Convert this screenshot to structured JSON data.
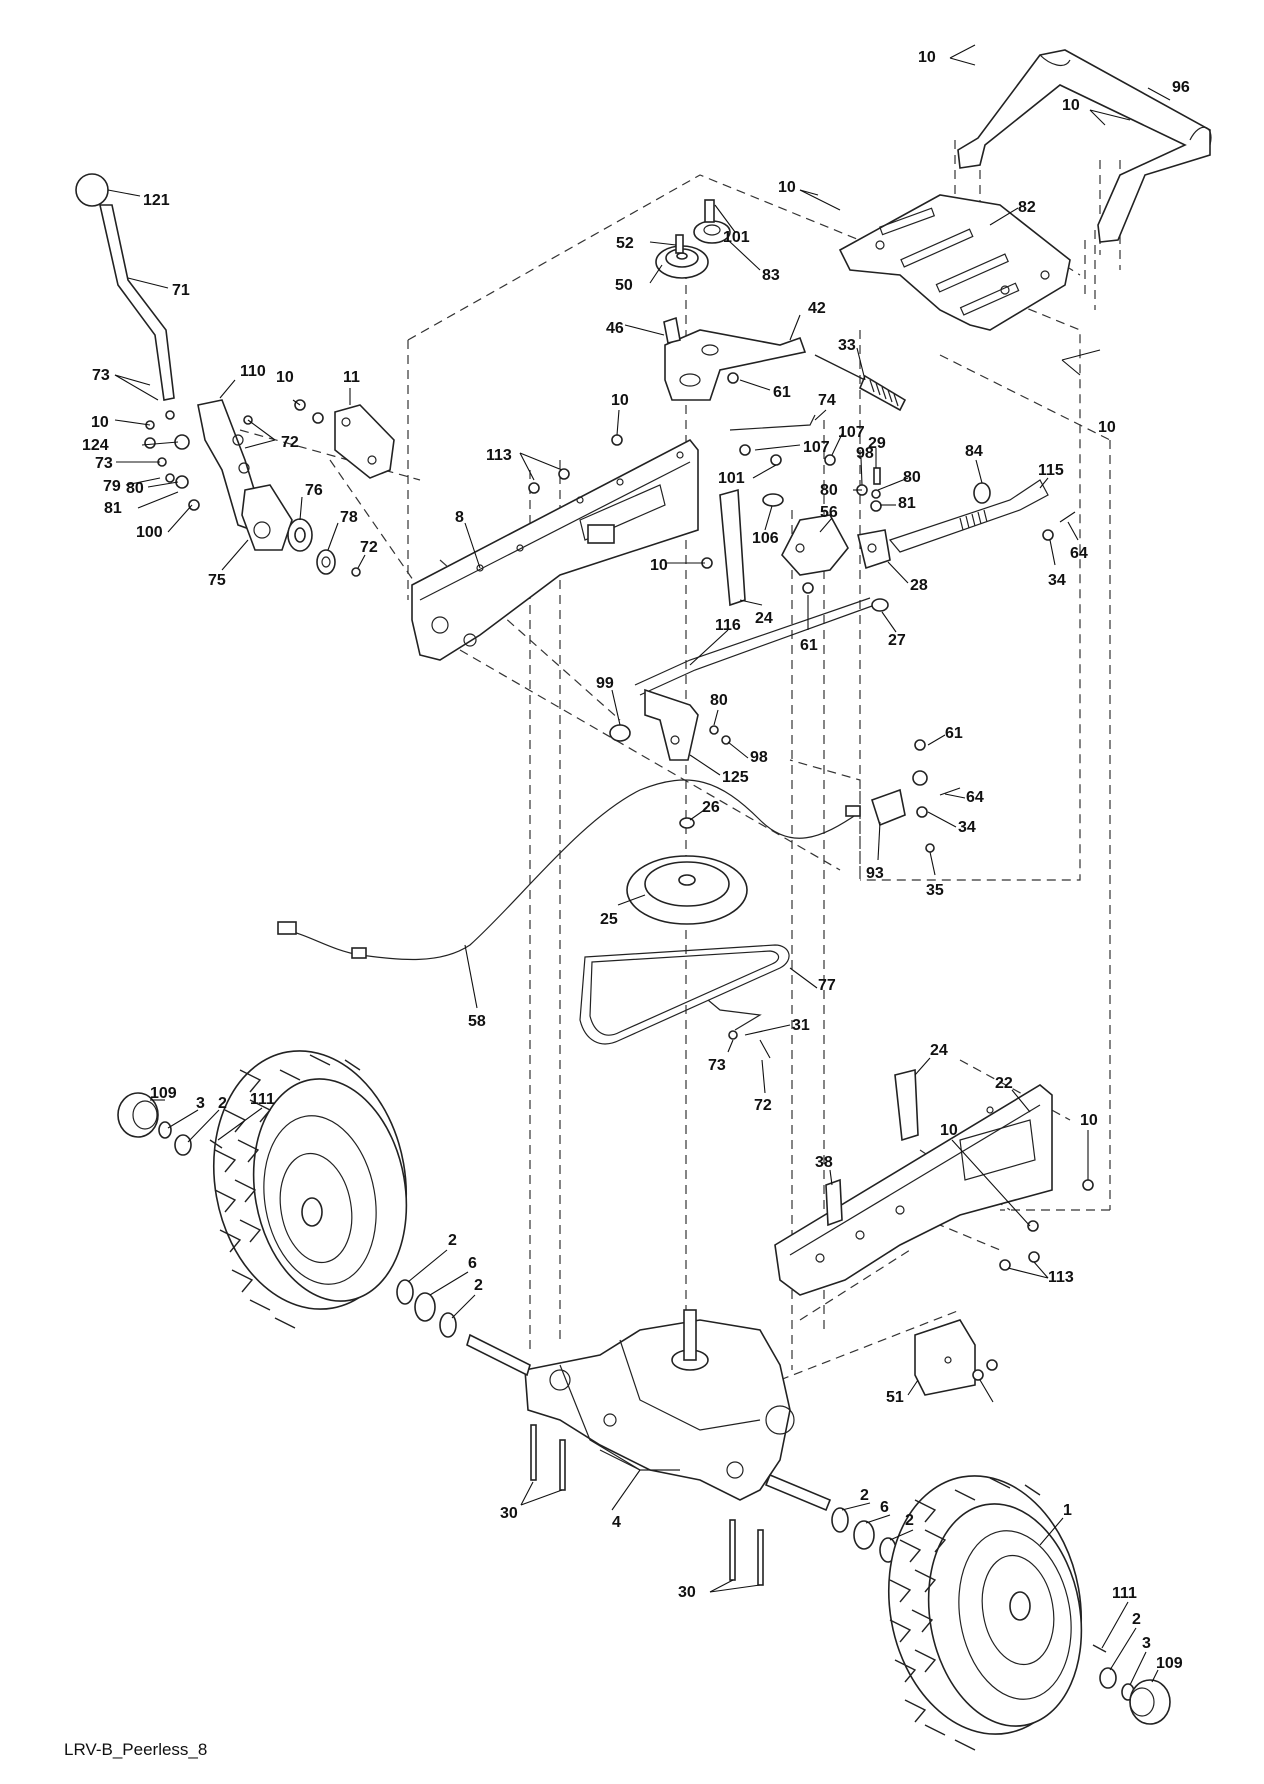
{
  "caption": "LRV-B_Peerless_8",
  "labels": {
    "l10a": "10",
    "l96": "96",
    "l10b": "10",
    "l121": "121",
    "l10c": "10",
    "l82": "82",
    "l101a": "101",
    "l52": "52",
    "l83": "83",
    "l50": "50",
    "l71": "71",
    "l42": "42",
    "l46": "46",
    "l33": "33",
    "l73a": "73",
    "l110": "110",
    "l10d": "10",
    "l11": "11",
    "l61a": "61",
    "l10e": "10",
    "l10f": "10",
    "l74": "74",
    "l72a": "72",
    "l124": "124",
    "l107a": "107",
    "l107b": "107",
    "l113a": "113",
    "l29": "29",
    "l73b": "73",
    "l84": "84",
    "l115": "115",
    "l98a": "98",
    "l79": "79",
    "l80a": "80",
    "l101b": "101",
    "l80b": "80",
    "l80c": "80",
    "l81a": "81",
    "l81b": "81",
    "l76": "76",
    "l56": "56",
    "l100": "100",
    "l106": "106",
    "l8": "8",
    "l78": "78",
    "l64a": "64",
    "l72b": "72",
    "l10g": "10",
    "l34a": "34",
    "l75": "75",
    "l28": "28",
    "l24a": "24",
    "l116": "116",
    "l61b": "61",
    "l27": "27",
    "l99": "99",
    "l80d": "80",
    "l98b": "98",
    "l125": "125",
    "l61c": "61",
    "l64b": "64",
    "l26": "26",
    "l34b": "34",
    "l93": "93",
    "l35": "35",
    "l25": "25",
    "l77": "77",
    "l58": "58",
    "l31": "31",
    "l73c": "73",
    "l72c": "72",
    "l24b": "24",
    "l22": "22",
    "l109a": "109",
    "l3a": "3",
    "l2a": "2",
    "l111a": "111",
    "l10h": "10",
    "l10i": "10",
    "l38": "38",
    "l113b": "113",
    "l2b": "2",
    "l6a": "6",
    "l2c": "2",
    "l51": "51",
    "l10j": "10",
    "l30a": "30",
    "l4": "4",
    "l1": "1",
    "l2d": "2",
    "l6b": "6",
    "l2e": "2",
    "l30b": "30",
    "l111b": "111",
    "l2f": "2",
    "l3b": "3",
    "l109b": "109"
  }
}
